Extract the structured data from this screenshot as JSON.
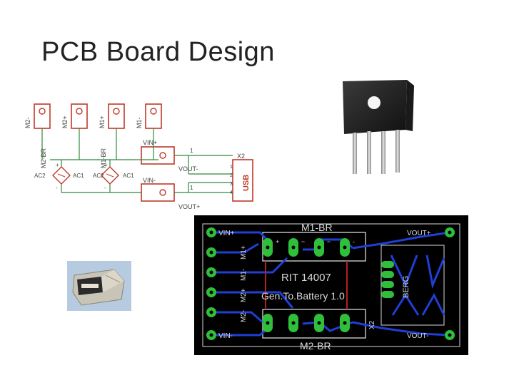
{
  "slide": {
    "title": "PCB Board Design"
  },
  "schematic": {
    "pads": [
      "M2-",
      "M2+",
      "M1+",
      "M1-"
    ],
    "bridge_left": "M2-BR",
    "bridge_right": "M1-BR",
    "bridge_pins": {
      "ac2": "AC2",
      "ac1": "AC1",
      "plus": "+",
      "minus": "-"
    },
    "vin_plus": "VIN+",
    "vin_minus": "VIN-",
    "vout_minus": "VOUT-",
    "vout_plus": "VOUT+",
    "pin_one": "1",
    "connector": "X2",
    "connector_type": "USB",
    "usb_pins": [
      "1",
      "2",
      "3",
      "4"
    ]
  },
  "pcb": {
    "top_label": "M1-BR",
    "bottom_label": "M2-BR",
    "title": "RIT 14007",
    "subtitle": "Gen.To.Battery 1.0",
    "vin_plus": "VIN+",
    "vin_minus": "VIN-",
    "vout_plus": "VOUT+",
    "vout_minus": "VOUT-",
    "side_labels": [
      "M1+",
      "M1-",
      "M2+",
      "M2-"
    ],
    "brand": "BERG",
    "connector": "X2",
    "symbols": [
      "+",
      "~",
      "~",
      "-"
    ]
  },
  "colors": {
    "schematic_red": "#c0392b",
    "schematic_green": "#2e8b3a",
    "pcb_bg": "#000000",
    "pcb_trace": "#1f3fd6",
    "pcb_pad": "#2fbf3a",
    "pcb_silk": "#d9d9d9",
    "pcb_outline": "#b41f1f"
  }
}
